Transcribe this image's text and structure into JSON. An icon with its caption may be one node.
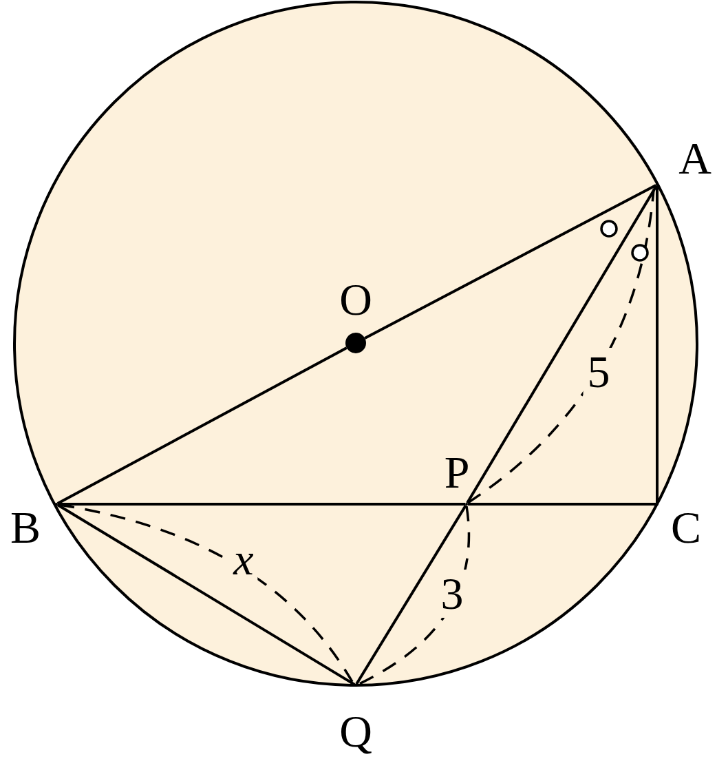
{
  "diagram": {
    "nodes": [
      {
        "text": [
          "A"
        ]
      },
      {
        "text": [
          "O"
        ]
      },
      {
        "text": [
          "B"
        ]
      },
      {
        "text": [
          "P"
        ]
      },
      {
        "text": [
          "C"
        ]
      },
      {
        "text": [
          "Q"
        ]
      }
    ],
    "edges": [
      {
        "from": 1,
        "to": 0,
        "arrow": "none"
      },
      {
        "from": 1,
        "to": 2,
        "arrow": "none"
      },
      {
        "from": 0,
        "to": 4,
        "arrow": "none"
      },
      {
        "from": 2,
        "to": 3,
        "arrow": "none"
      },
      {
        "from": 3,
        "to": 4,
        "arrow": "none"
      },
      {
        "from": 0,
        "to": 3,
        "arrow": "none"
      },
      {
        "from": 3,
        "to": 5,
        "arrow": "none"
      },
      {
        "from": 2,
        "to": 5,
        "arrow": "none"
      }
    ],
    "labels": [
      "5",
      "x",
      "3"
    ]
  }
}
